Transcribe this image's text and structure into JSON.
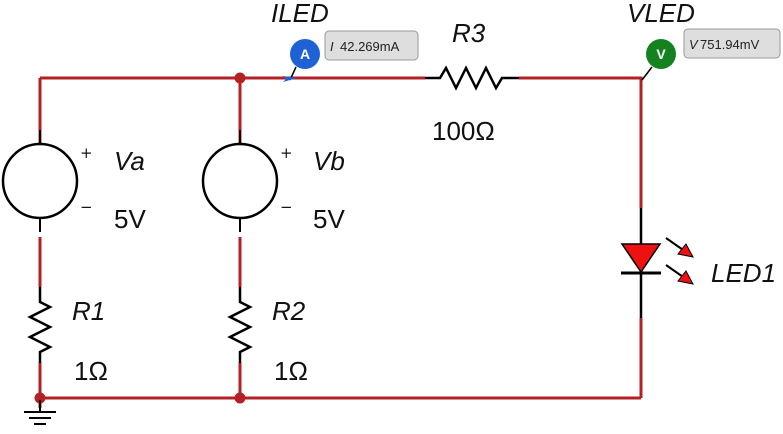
{
  "colors": {
    "wire": "#b32025",
    "component": "#000000",
    "led_fill": "#ee1111",
    "ammeter_probe": "#1f62d6",
    "voltmeter_probe": "#14821e",
    "probe_box_fill": "#dedede",
    "probe_box_border": "#9a9a9a"
  },
  "components": {
    "va": {
      "name": "Va",
      "value": "5V",
      "plus": "+",
      "minus": "−"
    },
    "vb": {
      "name": "Vb",
      "value": "5V",
      "plus": "+",
      "minus": "−"
    },
    "r1": {
      "name": "R1",
      "value": "1Ω"
    },
    "r2": {
      "name": "R2",
      "value": "1Ω"
    },
    "r3": {
      "name": "R3",
      "value": "100Ω"
    },
    "led": {
      "name": "LED1"
    }
  },
  "probes": {
    "current": {
      "title": "ILED",
      "letter": "A",
      "prefix": "I",
      "reading": "42.269mA"
    },
    "voltage": {
      "title": "VLED",
      "letter": "V",
      "prefix": "V",
      "reading": "751.94mV"
    }
  }
}
